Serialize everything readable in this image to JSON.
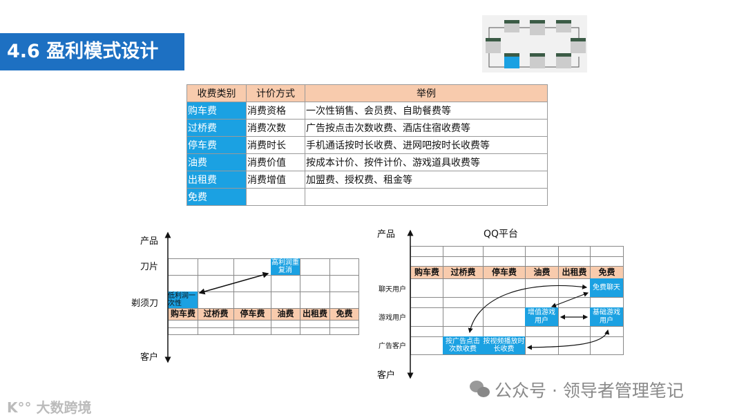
{
  "title": "4.6 盈利模式设计",
  "fee_table": {
    "headers": [
      "收费类别",
      "计价方式",
      "举例"
    ],
    "rows": [
      [
        "购车费",
        "消费资格",
        "一次性销售、会员费、自助餐费等"
      ],
      [
        "过桥费",
        "消费次数",
        "广告按点击次数收费、酒店住宿收费等"
      ],
      [
        "停车费",
        "消费时长",
        "手机通话按时长收费、进网吧按时长收费等"
      ],
      [
        "油费",
        "消费价值",
        "按成本计价、按件计价、游戏道具收费等"
      ],
      [
        "出租费",
        "消费增值",
        "加盟费、授权费、租金等"
      ],
      [
        "免费",
        "",
        ""
      ]
    ]
  },
  "columns": [
    "购车费",
    "过桥费",
    "停车费",
    "油费",
    "出租费",
    "免费"
  ],
  "left_chart": {
    "axis_top": "产品",
    "axis_bottom": "客户",
    "row_labels": [
      "刀片",
      "剃须刀"
    ],
    "cells": {
      "high": "高利润重复消",
      "low": "低利润一次性"
    }
  },
  "right_chart": {
    "title": "QQ平台",
    "axis_top": "产品",
    "axis_bottom": "客户",
    "row_labels": [
      "聊天用户",
      "游戏用户",
      "广告客户"
    ],
    "cells": {
      "free_chat": "免费聊天",
      "vas_game": "增值游戏用户",
      "basic_game": "基础游戏用户",
      "ad_click": "按广告点击次数收费",
      "video_time": "按视频播放时长收费"
    }
  },
  "watermark": "公众号 · 领导者管理笔记",
  "logo": "大数跨境",
  "colors": {
    "title_bg": "#1d70c2",
    "header": "#f8cbad",
    "highlight": "#1ba1e2"
  }
}
